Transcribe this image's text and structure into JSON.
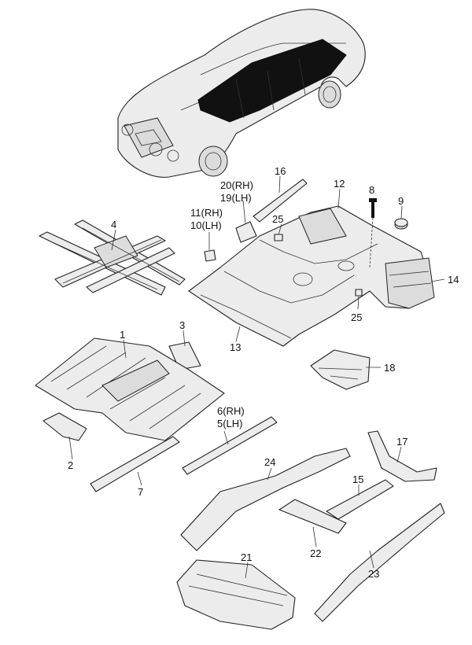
{
  "labels": {
    "p1": "1",
    "p2": "2",
    "p3": "3",
    "p4": "4",
    "p5": "5(LH)",
    "p6": "6(RH)",
    "p7": "7",
    "p8": "8",
    "p9": "9",
    "p10": "10(LH)",
    "p11": "11(RH)",
    "p12": "12",
    "p13": "13",
    "p14": "14",
    "p15": "15",
    "p16": "16",
    "p17": "17",
    "p18": "18",
    "p19": "19(LH)",
    "p20": "20(RH)",
    "p21": "21",
    "p22": "22",
    "p23": "23",
    "p24": "24",
    "p25a": "25",
    "p25b": "25"
  },
  "icons": {
    "car": "sedan-outline-icon"
  }
}
